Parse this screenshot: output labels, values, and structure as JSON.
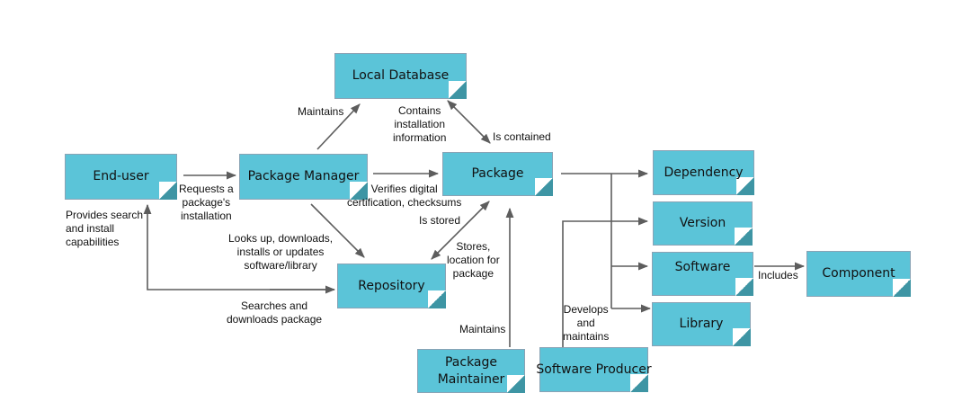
{
  "diagram": {
    "type": "concept-map",
    "nodes": {
      "end_user": "End-user",
      "package_manager": "Package Manager",
      "local_database": "Local Database",
      "package": "Package",
      "repository": "Repository",
      "package_maintainer": "Package Maintainer",
      "software_producer": "Software Producer",
      "dependency": "Dependency",
      "version": "Version",
      "software": "Software",
      "library": "Library",
      "component": "Component"
    },
    "edge_labels": {
      "requests_installation": "Requests a\npackage's\ninstallation",
      "provides_search": "Provides search\nand install\ncapabilities",
      "maintains_db": "Maintains",
      "contains_installation": "Contains\ninstallation\ninformation",
      "is_contained": "Is contained",
      "verifies": "Verifies digital\ncertification, checksums",
      "is_stored": "Is stored",
      "looks_up": "Looks up, downloads,\ninstalls or updates\nsoftware/library",
      "stores_location": "Stores,\nlocation for\npackage",
      "searches_downloads": "Searches and\ndownloads package",
      "maintains_package": "Maintains",
      "develops_maintains": "Develops\nand\nmaintains",
      "includes": "Includes"
    },
    "edges": [
      {
        "from": "End-user",
        "to": "Package Manager",
        "label": "Requests a package's installation"
      },
      {
        "from": "Package Manager",
        "to": "Local Database",
        "label": "Maintains"
      },
      {
        "from": "Local Database",
        "to": "Package",
        "label": "Contains installation information / Is contained",
        "bidirectional": true
      },
      {
        "from": "Package Manager",
        "to": "Package",
        "label": "Verifies digital certification, checksums"
      },
      {
        "from": "Package Manager",
        "to": "Repository",
        "label": "Looks up, downloads, installs or updates software/library"
      },
      {
        "from": "Repository",
        "to": "Package",
        "label": "Is stored / Stores, location for package",
        "bidirectional": true
      },
      {
        "from": "Repository",
        "to": "End-user",
        "label": "Provides search and install capabilities / Searches and downloads package",
        "bidirectional": true
      },
      {
        "from": "Package Maintainer",
        "to": "Package",
        "label": "Maintains"
      },
      {
        "from": "Package",
        "to": "Dependency"
      },
      {
        "from": "Package",
        "to": "Software"
      },
      {
        "from": "Package",
        "to": "Library"
      },
      {
        "from": "Software Producer",
        "to": "Version",
        "label": "Develops and maintains"
      },
      {
        "from": "Software",
        "to": "Component",
        "label": "Includes"
      }
    ]
  },
  "colors": {
    "node_fill": "#5bc4d8",
    "node_fold": "#3e95a4",
    "edge": "#5d5d5d"
  }
}
